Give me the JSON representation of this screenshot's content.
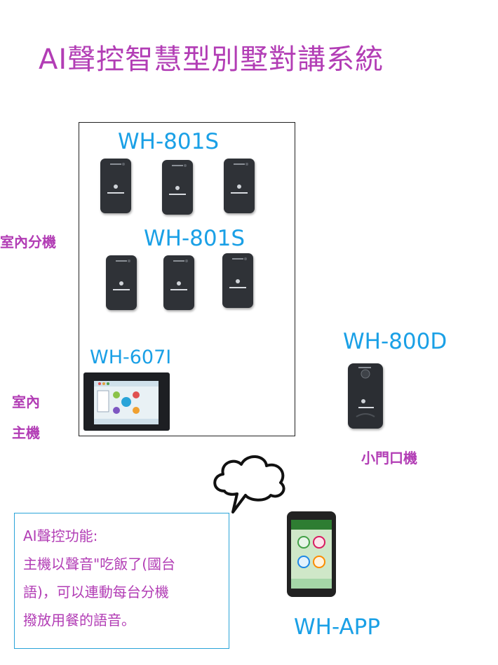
{
  "title": "AI聲控智慧型別墅對講系統",
  "models": {
    "indoor_row1": "WH-801S",
    "indoor_row2": "WH-801S",
    "monitor": "WH-607I",
    "door": "WH-800D",
    "app": "WH-APP"
  },
  "labels": {
    "indoor_extension": "室內分機",
    "indoor_master_line1": "室內",
    "indoor_master_line2": "主機",
    "small_door": "小門口機"
  },
  "callout": {
    "lines": [
      "AI聲控功能:",
      "主機以聲音\"吃飯了(國台",
      "語)，可以連動每台分機",
      "撥放用餐的語音。"
    ]
  },
  "colors": {
    "magenta": "#b23db5",
    "blue": "#1aa0e6"
  }
}
